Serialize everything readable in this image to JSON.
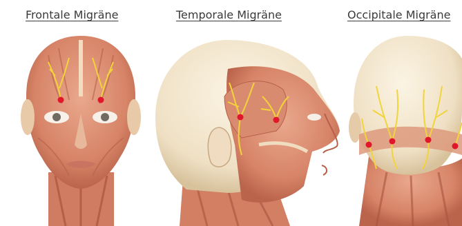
{
  "titles": {
    "frontal": "Frontale Migräne",
    "temporal": "Temporale Migräne",
    "occipital": "Occipitale Migräne"
  },
  "colors": {
    "skin": "#efe3c9",
    "muscle": "#d98b6f",
    "muscle_dark": "#b8614a",
    "nerve": "#f2d43a",
    "trigger_point": "#e0162b"
  },
  "trigger_points": {
    "frontal": 2,
    "temporal": 2,
    "occipital": 4
  }
}
